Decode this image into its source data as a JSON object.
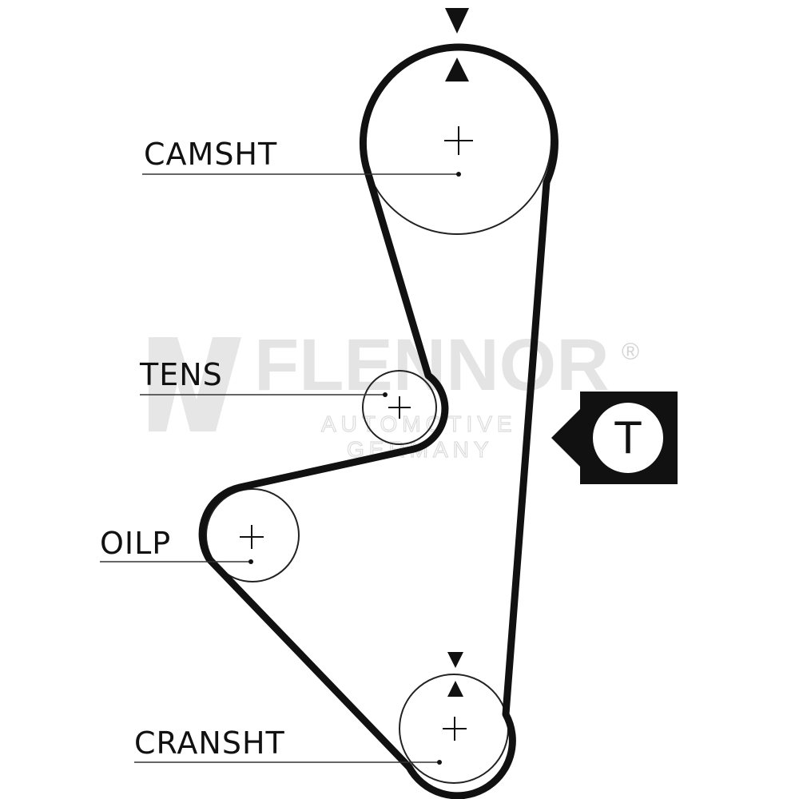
{
  "labels": {
    "camshaft": "CAMSHT",
    "tensioner": "TENS",
    "oil_pump": "OILP",
    "crankshaft": "CRANSHT"
  },
  "tension_marker": "T",
  "watermark": {
    "brand": "FLENNOR",
    "registered": "®",
    "line1": "AUTOMOTIVE",
    "line2": "GERMANY"
  },
  "colors": {
    "belt": "#111111",
    "watermark": "#e4e4e4"
  }
}
